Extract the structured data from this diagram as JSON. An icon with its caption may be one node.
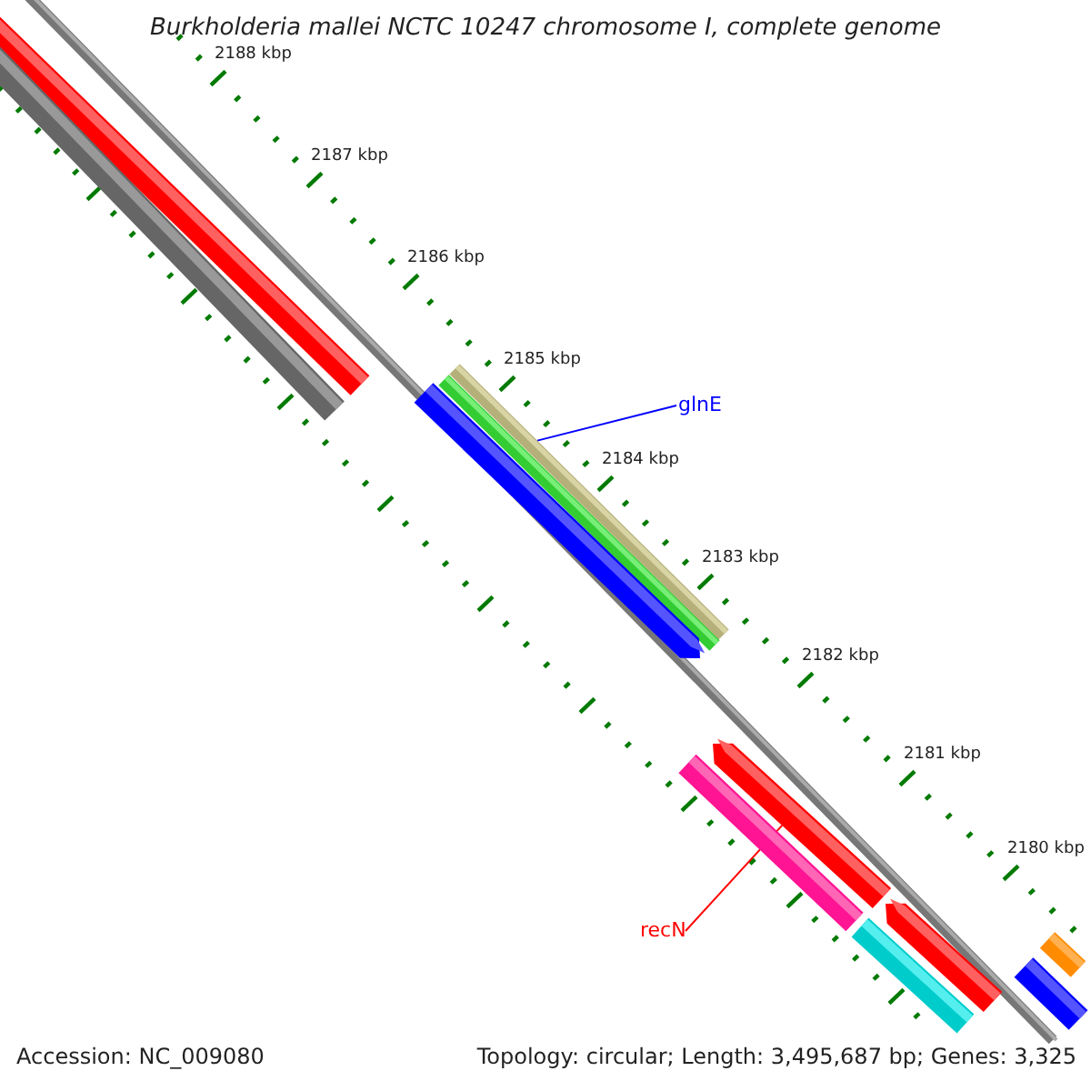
{
  "diagram": {
    "title": "Burkholderia mallei NCTC 10247 chromosome I, complete genome",
    "nodes": [
      {
        "text": [],
        "shape": "bar"
      },
      {
        "text": [],
        "shape": "bar"
      },
      {
        "text": [],
        "shape": "bar"
      },
      {
        "text": [
          "glnE"
        ]
      },
      {
        "text": [],
        "shape": "bar"
      },
      {
        "text": [],
        "shape": "bar"
      },
      {
        "text": [],
        "shape": "bar"
      },
      {
        "text": [],
        "shape": "bar"
      },
      {
        "text": [
          "recN"
        ]
      },
      {
        "text": [],
        "shape": "bar"
      },
      {
        "text": [],
        "shape": "bar"
      },
      {
        "text": [],
        "shape": "bar"
      },
      {
        "text": [],
        "shape": "bar"
      }
    ],
    "edges": [
      {
        "from": 3,
        "to": 2,
        "arrow": "none",
        "color": "#0000ff"
      },
      {
        "from": 8,
        "to": 6,
        "arrow": "none",
        "color": "#ff0000"
      }
    ],
    "labels": [
      "2188 kbp",
      "2187 kbp",
      "2186 kbp",
      "2185 kbp",
      "2184 kbp",
      "2183 kbp",
      "2182 kbp",
      "2181 kbp",
      "2180 kbp",
      "Accession: NC_009080",
      "Topology: circular; Length: 3,495,687 bp; Genes: 3,325"
    ]
  }
}
